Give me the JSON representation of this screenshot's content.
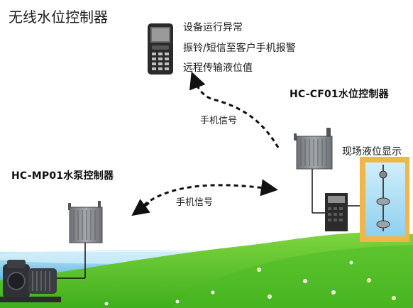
{
  "title": "无线水位控制器",
  "phone_lines": [
    "设备运行异常",
    "振铃/短信至客户手机报警",
    "远程传输液位值"
  ],
  "devices": {
    "cf01": "HC-CF01水位控制器",
    "mp01": "HC-MP01水泵控制器"
  },
  "signals": {
    "upper": "手机信号",
    "lower": "手机信号"
  },
  "display_label": "现场液位显示",
  "colors": {
    "grass": "#59c72a",
    "water": "#7bc6e6",
    "tank_frame": "#f0b64a",
    "device_body": "#8c8f94"
  }
}
